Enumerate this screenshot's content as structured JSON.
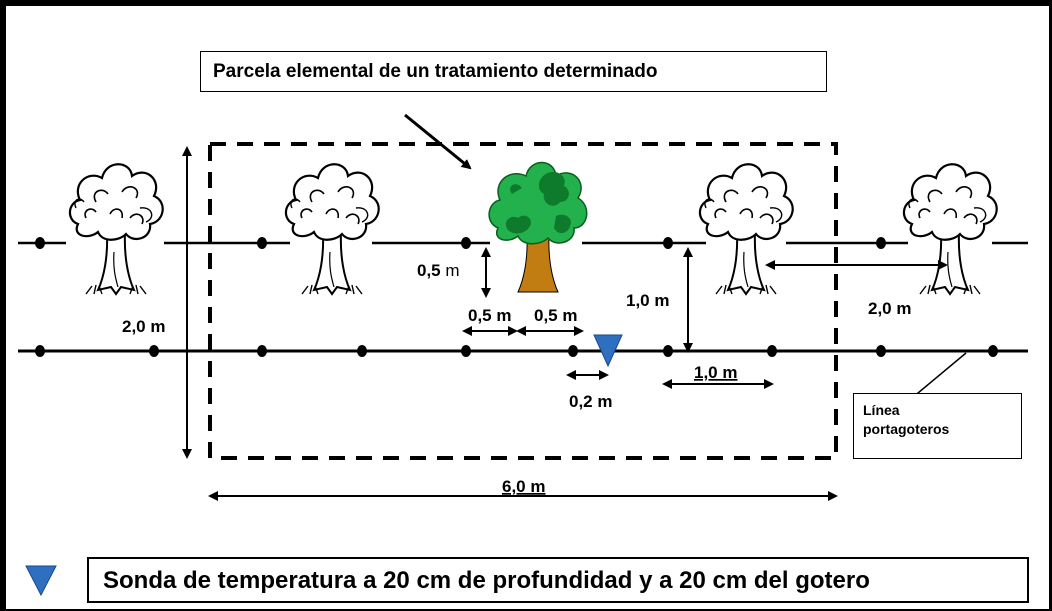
{
  "title_box": "Parcela elemental de un tratamiento determinado",
  "legend": {
    "text": "Sonda de temperatura a 20 cm  de profundidad y a 20 cm del gotero",
    "symbol": "blue-triangle-probe-icon"
  },
  "line_label": {
    "line1": "Línea",
    "line2": "portagoteros"
  },
  "dimensions": {
    "row_spacing_left": "2,0 m",
    "dripper_to_tree_bold": "0,5",
    "dripper_to_tree_unit": " m",
    "half_left": "0,5 m",
    "half_right": "0,5 m",
    "probe_offset": "0,2 m",
    "tree_to_line": "1,0 m",
    "dripper_spacing": "1,0 m",
    "tree_spacing": "2,0 m",
    "plot_length": "6,0 m"
  },
  "colors": {
    "probe": "#2f6fc0",
    "highlight_tree_foliage": "#22b14c",
    "highlight_tree_trunk": "#c17d11",
    "lines": "#000000"
  }
}
